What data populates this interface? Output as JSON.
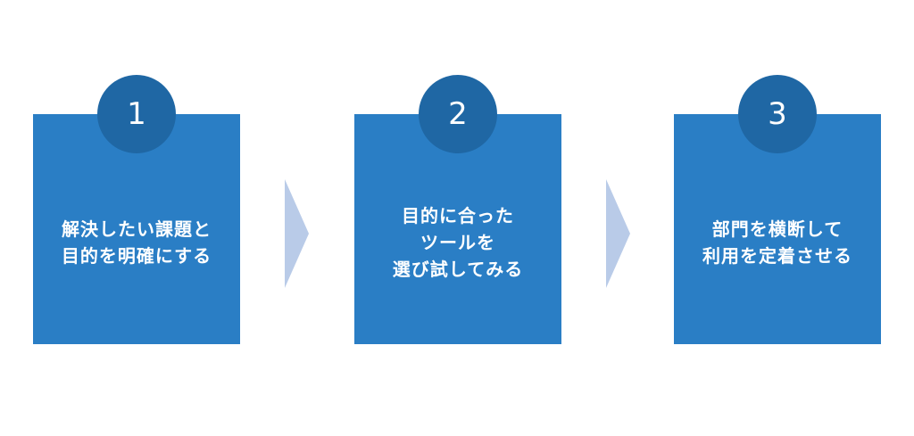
{
  "steps": [
    {
      "number": "1",
      "text": "解決したい課題と\n目的を明確にする"
    },
    {
      "number": "2",
      "text": "目的に合った\nツールを\n選び試してみる"
    },
    {
      "number": "3",
      "text": "部門を横断して\n利用を定着させる"
    }
  ],
  "colors": {
    "box": "#2a7ec5",
    "circle": "#1f67a4",
    "arrow": "#b9cbe8"
  }
}
